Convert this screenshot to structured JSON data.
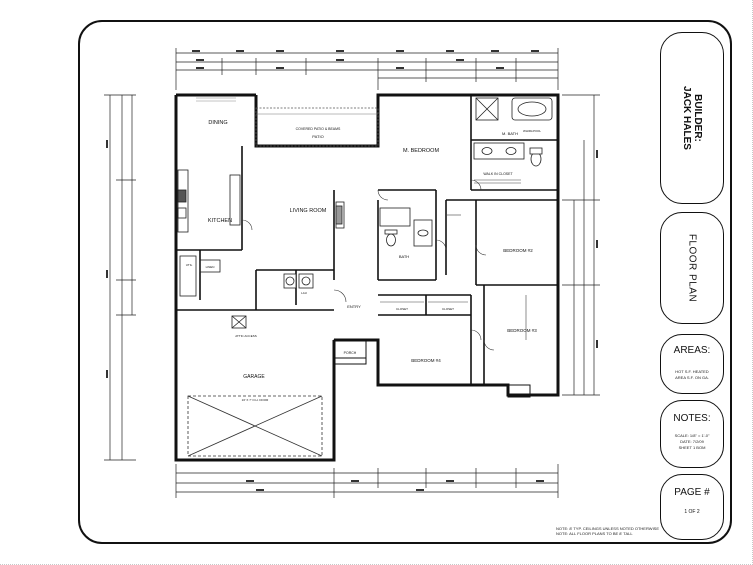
{
  "sheet": {
    "builder_line1": "BUILDER:",
    "builder_line2": "JACK HALES",
    "title": "FLOOR PLAN",
    "areas_heading": "AREAS:",
    "areas_line1": "HOT S.F. HEATED",
    "areas_line2": "AREA S.F. ON GA.",
    "notes_heading": "NOTES:",
    "notes_line1": "SCALE: 1/8\" = 1'-0\"",
    "notes_line2": "DATE: 7/2/09",
    "notes_line3": "SHEET 1 BOM",
    "page_heading": "PAGE #",
    "page_number": "1 OF 2",
    "footnote1": "NOTE: 8' TYP. CEILINGS UNLESS NOTED OTHERWISE",
    "footnote2": "NOTE: ALL FLOOR PLANS TO BE 8' TALL"
  },
  "rooms": {
    "dining": "DINING",
    "patio_note": "COVERED PATIO & BEAMS",
    "patio": "PATIO",
    "kitchen": "KITCHEN",
    "living": "LIVING ROOM",
    "master_bedroom": "M. BEDROOM",
    "master_bath": "M. BATH",
    "whirlpool": "WHIRLPOOL",
    "walk_in_closet": "WALK IN CLOSET",
    "bath": "BATH",
    "bedroom2": "BEDROOM #2",
    "bedroom3": "BEDROOM #3",
    "bedroom4": "BEDROOM #4",
    "entry": "ENTRY",
    "porch": "PORCH",
    "closet": "CLOSET",
    "garage": "GARAGE",
    "attic": "ATTIC ACCESS",
    "garage_door": "16' X 7' O.H. DOOR",
    "util": "UTIL",
    "linen": "LINEN",
    "laundry": "LAU"
  }
}
